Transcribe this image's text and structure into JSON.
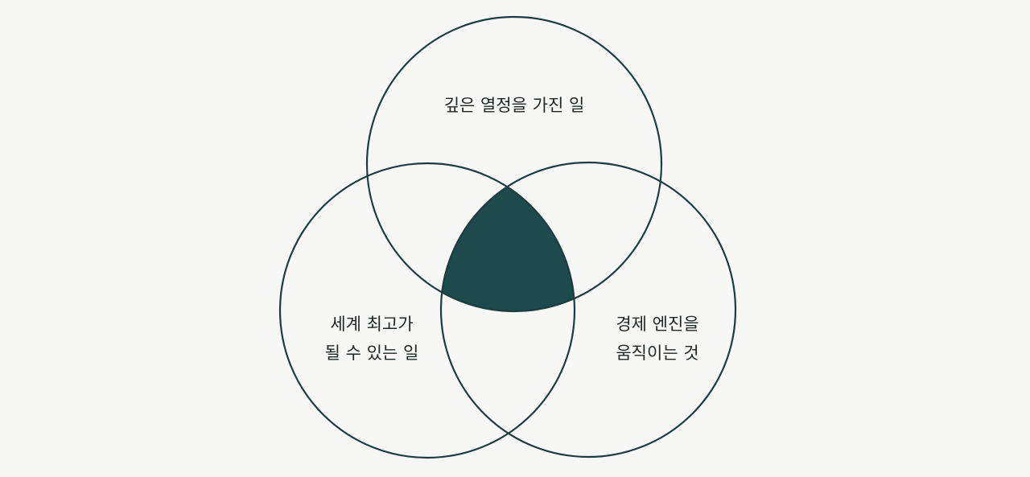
{
  "diagram": {
    "type": "venn",
    "circles": [
      {
        "id": "top",
        "label": [
          "깊은 열정을 가진 일"
        ]
      },
      {
        "id": "left",
        "label": [
          "세계 최고가",
          "될 수 있는 일"
        ]
      },
      {
        "id": "right",
        "label": [
          "경제 엔진을",
          "움직이는 것"
        ]
      }
    ],
    "center_fill": "#1d4a4c",
    "stroke_color": "#1e3b3f",
    "background": "#f7f7f5"
  }
}
